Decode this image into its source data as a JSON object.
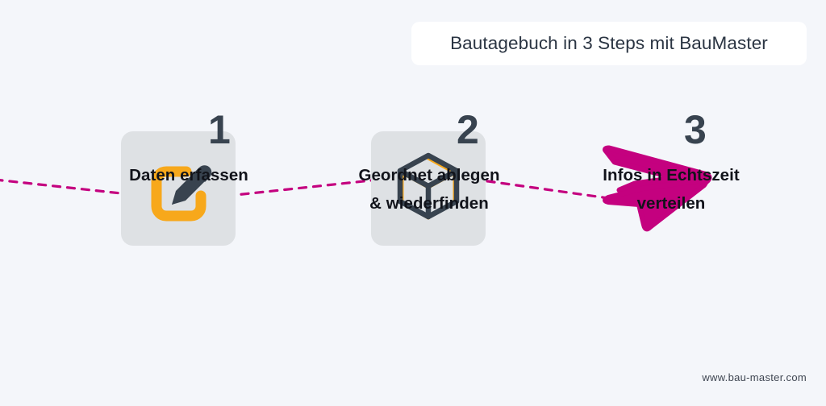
{
  "header": {
    "title": "Bautagebuch in 3 Steps mit BauMaster"
  },
  "steps": [
    {
      "number": "1",
      "icon": "pencil-edit-icon",
      "caption_line1": "Daten erfassen",
      "caption_line2": ""
    },
    {
      "number": "2",
      "icon": "cube-box-icon",
      "caption_line1": "Geordnet ablegen",
      "caption_line2": "& wiederfinden"
    },
    {
      "number": "3",
      "icon": "paper-plane-send-icon",
      "caption_line1": "Infos in Echtszeit",
      "caption_line2": "verteilen"
    }
  ],
  "footer": {
    "url": "www.bau-master.com"
  },
  "colors": {
    "background": "#f4f6fa",
    "tile": "#dee1e4",
    "accent_orange": "#f7a81b",
    "accent_magenta": "#c4017f",
    "dark_slate": "#38434f",
    "title_card": "#ffffff",
    "caption_text": "#11131a"
  }
}
